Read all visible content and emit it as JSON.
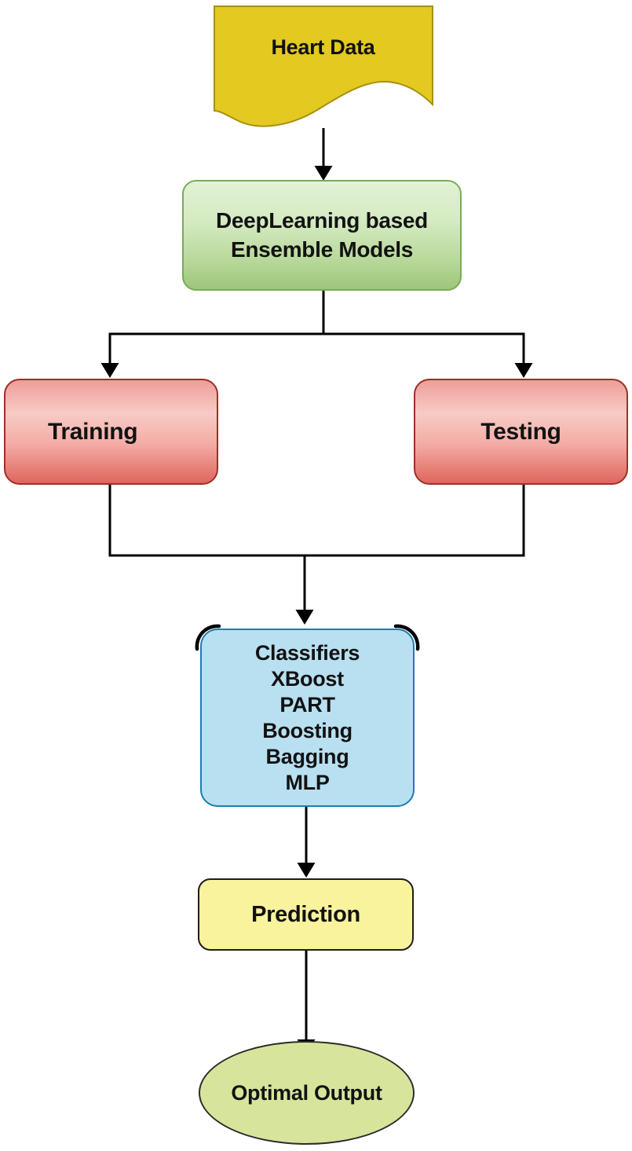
{
  "diagram": {
    "type": "flowchart",
    "background_color": "#ffffff",
    "edge_color": "#000000",
    "nodes": {
      "heart_data": {
        "label": "Heart Data",
        "shape": "document",
        "fill": "#e3c920",
        "border": "#a8900f"
      },
      "ensemble": {
        "label": "DeepLearning based Ensemble Models",
        "line1": "DeepLearning based",
        "line2": "Ensemble Models",
        "shape": "rounded-rectangle",
        "fill": "#c3df a8",
        "fill_top": "#e2f2d6",
        "fill_bottom": "#9cc77a",
        "border": "#79ab57"
      },
      "training": {
        "label": "Training",
        "shape": "rounded-rectangle",
        "fill_top": "#ed9e98",
        "fill_mid": "#f8cbc6",
        "fill_bottom": "#e0665d",
        "border": "#9e2f28"
      },
      "testing": {
        "label": "Testing",
        "shape": "rounded-rectangle",
        "fill_top": "#ed9e98",
        "fill_mid": "#f8cbc6",
        "fill_bottom": "#e0665d",
        "border": "#9e2f28"
      },
      "classifiers": {
        "lines": [
          "Classifiers",
          "XBoost",
          "PART",
          "Boosting",
          "Bagging",
          "MLP"
        ],
        "shape": "rounded-rectangle-card",
        "fill": "#b9e0f1",
        "border": "#1a7fb0",
        "corner_accent_color": "#000000"
      },
      "prediction": {
        "label": "Prediction",
        "shape": "rounded-rectangle",
        "fill": "#f8f39c",
        "border": "#1d1d1d"
      },
      "output": {
        "label": "Optimal Output",
        "shape": "ellipse",
        "fill": "#d7e59c",
        "border": "#2c2c2c"
      }
    },
    "edges": [
      {
        "from": "heart_data",
        "to": "ensemble"
      },
      {
        "from": "ensemble",
        "to": "training"
      },
      {
        "from": "ensemble",
        "to": "testing"
      },
      {
        "from": "training",
        "to": "classifiers"
      },
      {
        "from": "testing",
        "to": "classifiers"
      },
      {
        "from": "classifiers",
        "to": "prediction"
      },
      {
        "from": "prediction",
        "to": "output"
      }
    ]
  }
}
